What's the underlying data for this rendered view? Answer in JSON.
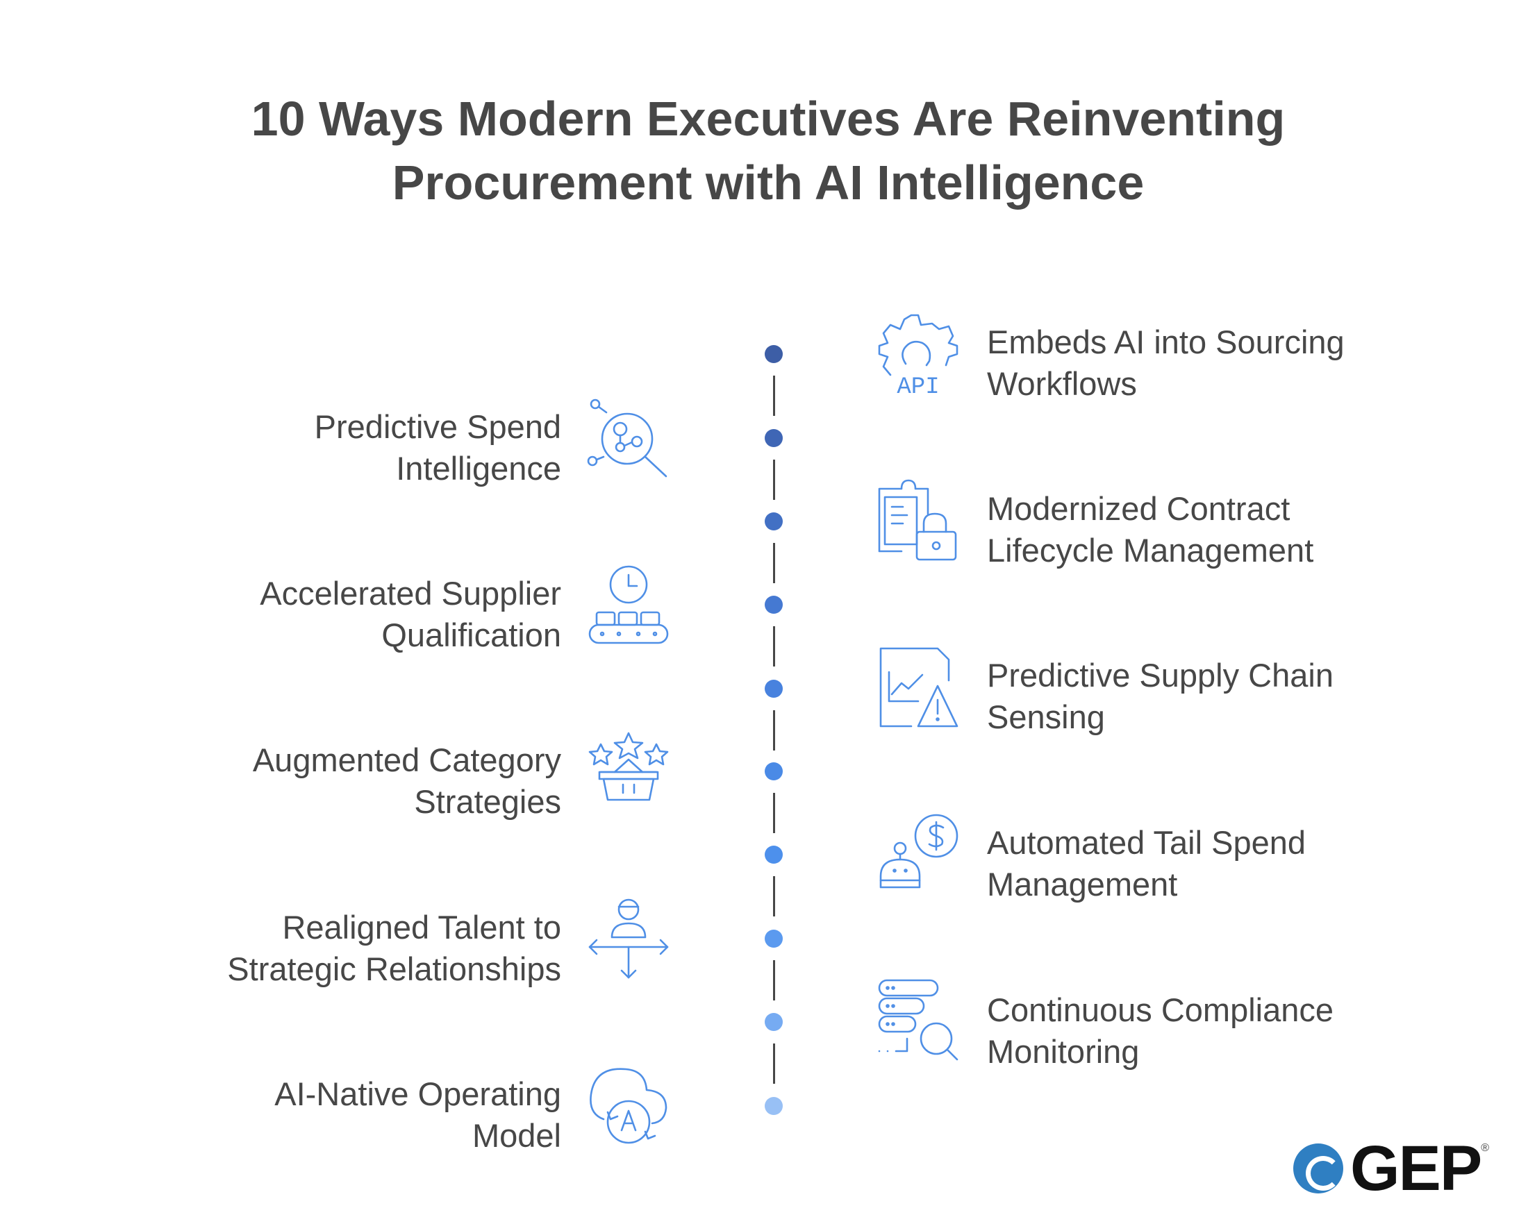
{
  "title": {
    "line1": "10 Ways Modern Executives Are Reinventing",
    "line2": "Procurement with AI Intelligence"
  },
  "left_items": [
    {
      "line1": "Predictive Spend",
      "line2": "Intelligence",
      "icon": "spend-analytics-icon"
    },
    {
      "line1": "Accelerated Supplier",
      "line2": "Qualification",
      "icon": "conveyor-clock-icon"
    },
    {
      "line1": "Augmented Category",
      "line2": "Strategies",
      "icon": "basket-stars-icon"
    },
    {
      "line1": "Realigned Talent to",
      "line2": "Strategic Relationships",
      "icon": "person-arrows-icon"
    },
    {
      "line1": "AI-Native Operating",
      "line2": "Model",
      "icon": "ai-cycle-icon"
    }
  ],
  "right_items": [
    {
      "line1": "Embeds AI into Sourcing",
      "line2": "Workflows",
      "icon": "api-gear-icon",
      "icon_text": "API"
    },
    {
      "line1": "Modernized Contract",
      "line2": "Lifecycle Management",
      "icon": "contract-lock-icon"
    },
    {
      "line1": "Predictive Supply Chain",
      "line2": "Sensing",
      "icon": "chart-warning-icon"
    },
    {
      "line1": "Automated Tail Spend",
      "line2": "Management",
      "icon": "robot-dollar-icon"
    },
    {
      "line1": "Continuous Compliance",
      "line2": "Monitoring",
      "icon": "database-search-icon"
    }
  ],
  "timeline_colors": [
    "#3d5ea6",
    "#3f66b5",
    "#4270c4",
    "#4579d2",
    "#4882de",
    "#4a8ae6",
    "#4d90ec",
    "#5b9aef",
    "#76abf2",
    "#98c0f5"
  ],
  "logo": {
    "text": "GEP",
    "mark": "®"
  }
}
